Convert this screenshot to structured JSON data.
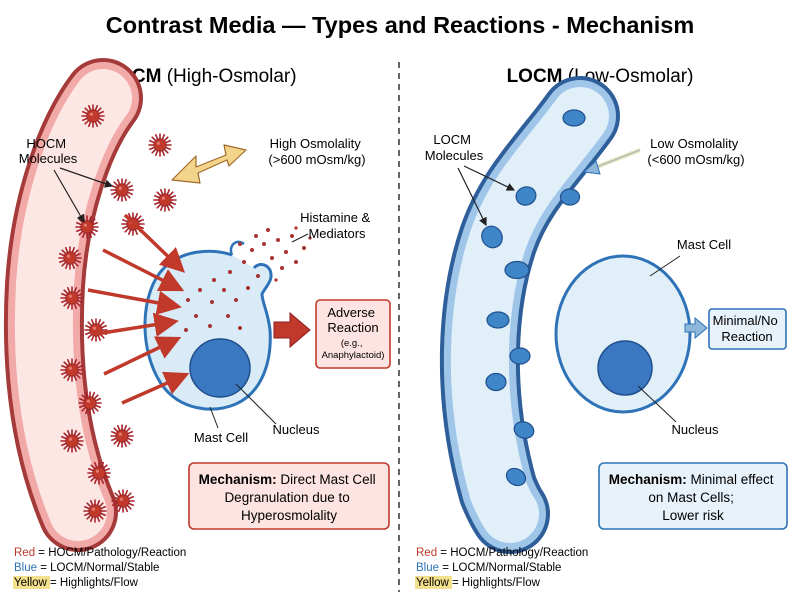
{
  "title": "Contrast Media — Types and Reactions - Mechanism",
  "colors": {
    "red": "#c0392b",
    "blue": "#2e73b8",
    "yellow": "#f3e08c"
  },
  "hocm": {
    "heading_abbr": "HOCM",
    "heading_full": "(High-Osmolar)",
    "molecules_label": [
      "HOCM",
      "Molecules"
    ],
    "osmolality_label": [
      "High Osmolality",
      "(>600 mOsm/kg)"
    ],
    "histamine_label": [
      "Histamine &",
      "Mediators"
    ],
    "adverse_box": {
      "line1": "Adverse",
      "line2": "Reaction",
      "line3": "(e.g.,",
      "line4": "Anaphylactoid)"
    },
    "mast_cell_label": "Mast Cell",
    "nucleus_label": "Nucleus",
    "mechanism": {
      "bold": "Mechanism:",
      "line1": " Direct Mast Cell",
      "line2": "Degranulation due to",
      "line3": "Hyperosmolality"
    }
  },
  "locm": {
    "heading_abbr": "LOCM",
    "heading_full": "(Low-Osmolar)",
    "molecules_label": [
      "LOCM",
      "Molecules"
    ],
    "osmolality_label": [
      "Low Osmolality",
      "(<600 mOsm/kg)"
    ],
    "mast_cell_label": "Mast Cell",
    "nucleus_label": "Nucleus",
    "reaction_box": {
      "line1": "Minimal/No",
      "line2": "Reaction"
    },
    "mechanism": {
      "bold": "Mechanism:",
      "line1": " Minimal effect",
      "line2": "on Mast Cells;",
      "line3": "Lower risk"
    }
  },
  "legend": {
    "red_word": "Red",
    "red_text": " = HOCM/Pathology/Reaction",
    "blue_word": "Blue",
    "blue_text": " = LOCM/Normal/Stable",
    "yellow_word": "Yellow",
    "yellow_text": " = Highlights/Flow"
  }
}
